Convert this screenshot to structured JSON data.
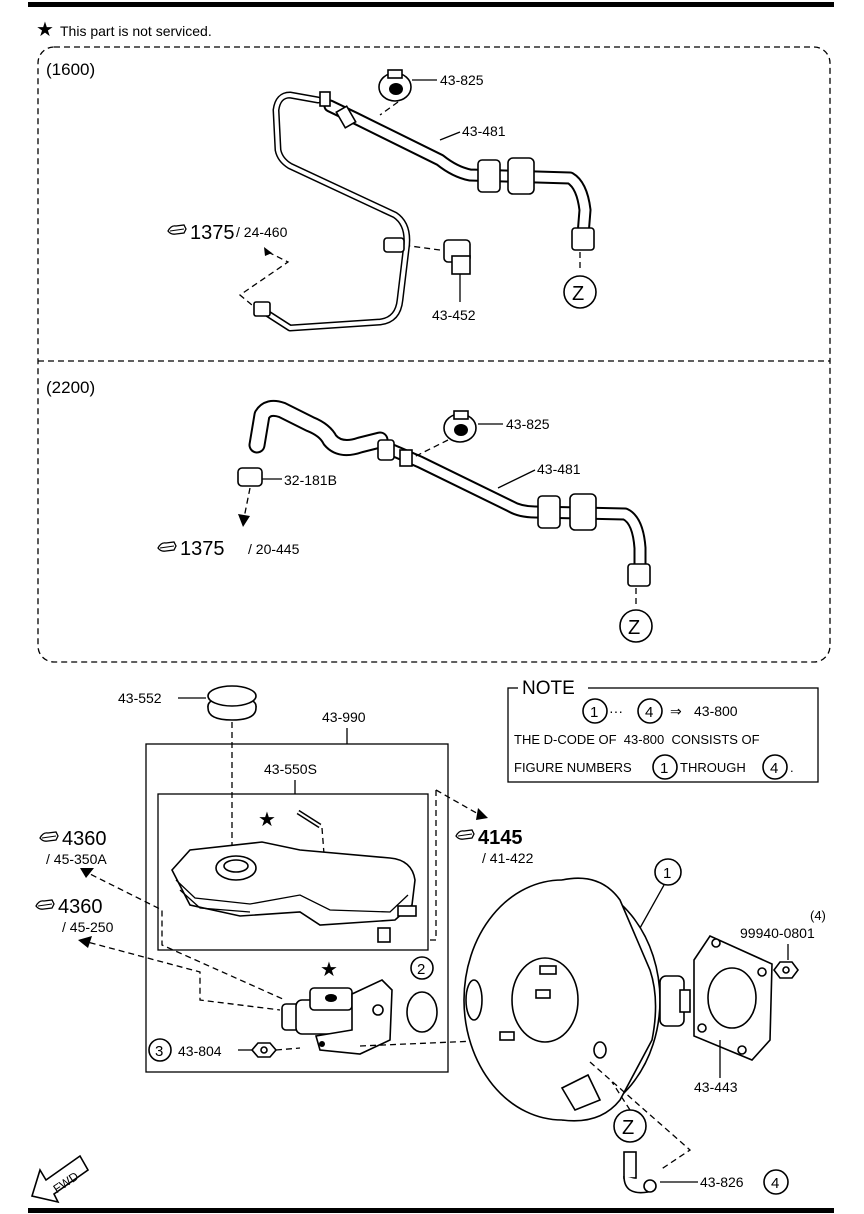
{
  "legend": {
    "star_symbol": "★",
    "text": "This part is not serviced."
  },
  "sections": {
    "s1600": {
      "title": "(1600)",
      "labels": {
        "p825": "43-825",
        "p481": "43-481",
        "p452": "43-452",
        "ref_num": "1375",
        "ref_sub": "/ 24-460",
        "z": "Z"
      }
    },
    "s2200": {
      "title": "(2200)",
      "labels": {
        "p825": "43-825",
        "p481": "43-481",
        "p181": "32-181B",
        "ref_num": "1375",
        "ref_sub": "/ 20-445",
        "z": "Z"
      }
    }
  },
  "note": {
    "title": "NOTE",
    "range_start": "1",
    "dots": "···",
    "range_end": "4",
    "arrow": "⇒",
    "range_target": "43-800",
    "line2": "THE D-CODE OF  43-800  CONSISTS OF",
    "line3_pre": "FIGURE NUMBERS",
    "line3_num1": "1",
    "line3_mid": "THROUGH",
    "line3_num2": "4",
    "line3_end": "."
  },
  "main": {
    "p552": "43-552",
    "p990": "43-990",
    "p550s": "43-550S",
    "ref4145_num": "4145",
    "ref4145_sub": "/ 41-422",
    "ref4360a_num": "4360",
    "ref4360a_sub": "/ 45-350A",
    "ref4360b_num": "4360",
    "ref4360b_sub": "/ 45-250",
    "circle1": "1",
    "circle2": "2",
    "circle3": "3",
    "p804": "43-804",
    "qty4": "(4)",
    "p99940": "99940-0801",
    "p443": "43-443",
    "z": "Z",
    "p826": "43-826",
    "circle4": "4",
    "fwd": "FWD"
  },
  "icons": {
    "star": "star-icon",
    "ref_book": "reference-book-icon",
    "fwd_arrow": "fwd-arrow-icon"
  }
}
